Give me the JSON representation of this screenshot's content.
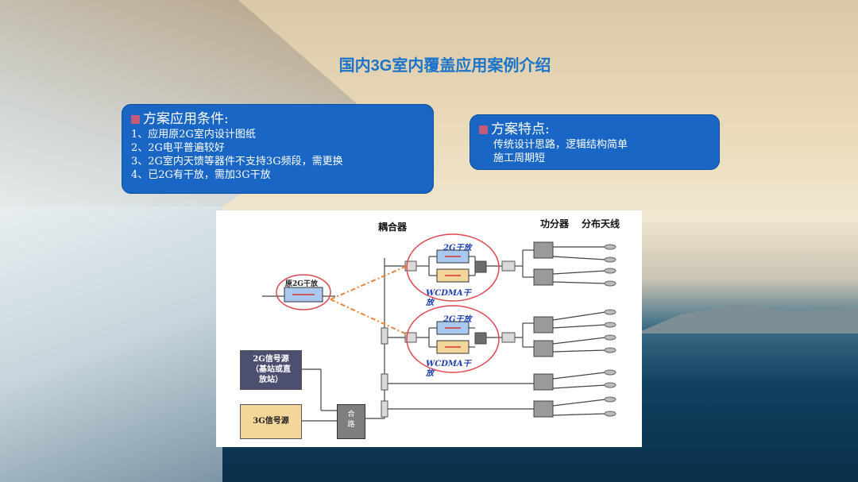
{
  "title": "国内3G室内覆盖应用案例介绍",
  "conditions": {
    "heading": "方案应用条件:",
    "items": [
      "1、应用原2G室内设计图纸",
      "2、2G电平普遍较好",
      "3、2G室内天馈等器件不支持3G频段，需更换",
      "4、已2G有干放，需加3G干放"
    ]
  },
  "features": {
    "heading": "方案特点:",
    "items": [
      "传统设计思路，逻辑结构简单",
      "施工周期短"
    ]
  },
  "diagram": {
    "coupler_label": "耦合器",
    "splitter_label": "功分器",
    "antenna_label": "分布天线",
    "orig_amp_label": "原2G干放",
    "amp_2g_label_1": "2G干放",
    "amp_wcdma_label_1a": "WCDMA干",
    "amp_wcdma_label_1b": "放",
    "amp_2g_label_2": "2G干放",
    "amp_wcdma_label_2a": "WCDMA干",
    "amp_wcdma_label_2b": "放",
    "src_2g": "2G信号源（基站或直放站）",
    "src_2g_l1": "2G信号源",
    "src_2g_l2": "（基站或直",
    "src_2g_l3": "放站）",
    "src_3g": "3G信号源",
    "combiner_l1": "合",
    "combiner_l2": "路"
  },
  "colors": {
    "title": "#1b74c9",
    "box": "#1966c4",
    "bullet": "#c25a79",
    "ring": "#e0454e",
    "arrow": "#e8843a"
  }
}
